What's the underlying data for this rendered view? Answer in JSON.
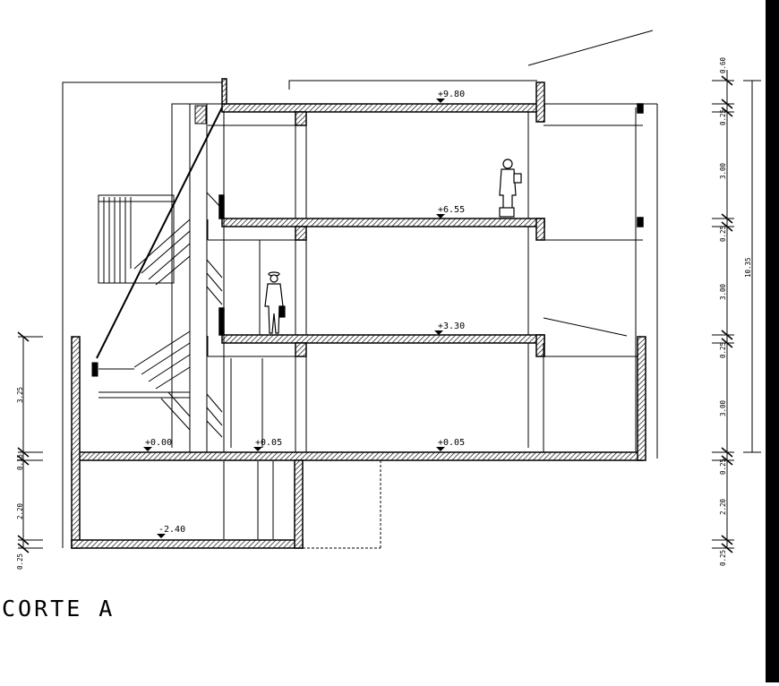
{
  "drawing": {
    "title": "CORTE A",
    "levels": {
      "roof": "+9.80",
      "third": "+6.55",
      "second": "+3.30",
      "ground_left": "+0.00",
      "ground_mid": "+0.05",
      "ground_right": "+0.05",
      "basement": "-2.40"
    },
    "dims_right": [
      "0.60",
      "0.25",
      "3.00",
      "0.25",
      "3.00",
      "0.25",
      "3.00",
      "0.25",
      "2.20",
      "0.25"
    ],
    "dim_total": "10.35",
    "dims_left": [
      "3.25",
      "0.15",
      "2.20",
      "0.25"
    ]
  },
  "colors": {
    "background": "#ffffff",
    "line": "#000000",
    "right_bar": "#000000"
  }
}
